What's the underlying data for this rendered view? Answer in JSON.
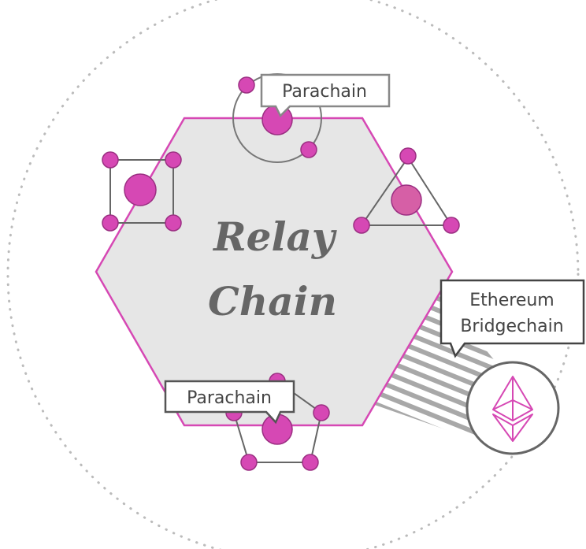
{
  "relay_chain": {
    "line1": "Relay",
    "line2": "Chain"
  },
  "callouts": {
    "top_parachain": "Parachain",
    "bottom_parachain": "Parachain",
    "ethereum_line1": "Ethereum",
    "ethereum_line2": "Bridgechain"
  },
  "icons": {
    "ethereum": "ethereum-diamond-icon"
  },
  "colors": {
    "accent": "#d648b4",
    "accent_stroke": "#9b2f82",
    "hexagon_fill": "#e6e6e6",
    "hexagon_stroke": "#d648b4",
    "line": "#666666",
    "dotted_ring": "#bbbbbb",
    "hatch": "#a8a8a8"
  }
}
